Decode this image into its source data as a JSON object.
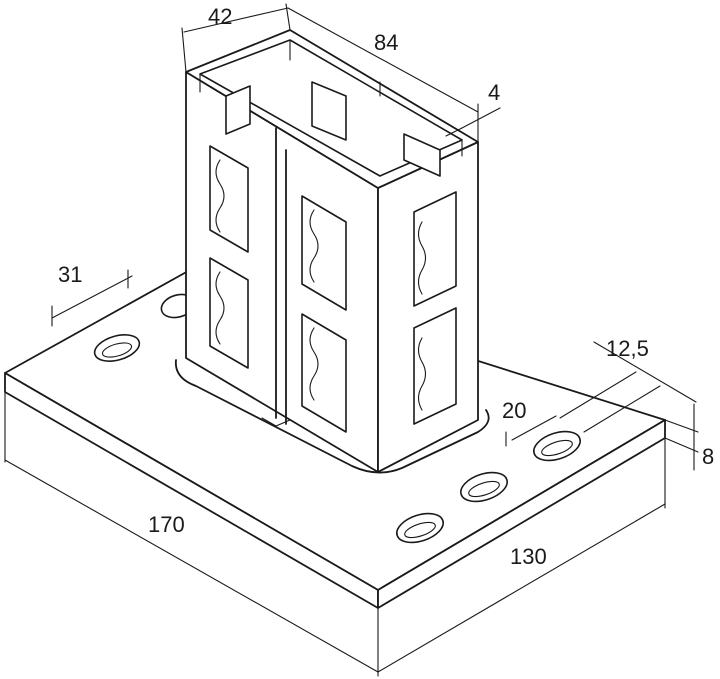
{
  "dimensions": {
    "post_width": "42",
    "post_depth": "84",
    "wall_thickness": "4",
    "hole_offset": "31",
    "slot_length": "12,5",
    "slot_spacing": "20",
    "plate_thickness": "8",
    "plate_length": "170",
    "plate_width": "130"
  }
}
